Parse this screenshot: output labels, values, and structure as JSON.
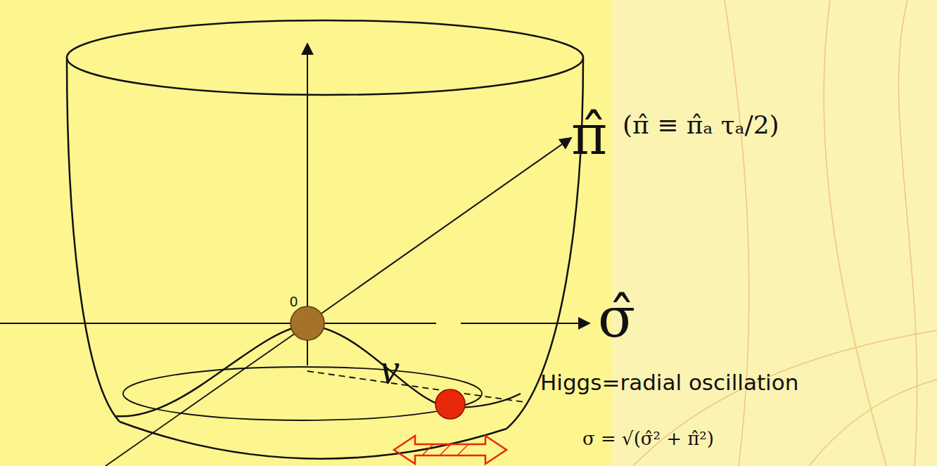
{
  "diagram": {
    "labels": [
      "π̂",
      "(π̂ ≡ π̂ₐ τₐ/2)",
      "σ̂",
      "0",
      "v",
      "Higgs=radial oscillation",
      "σ = √(σ̂² + π̂²)"
    ]
  }
}
